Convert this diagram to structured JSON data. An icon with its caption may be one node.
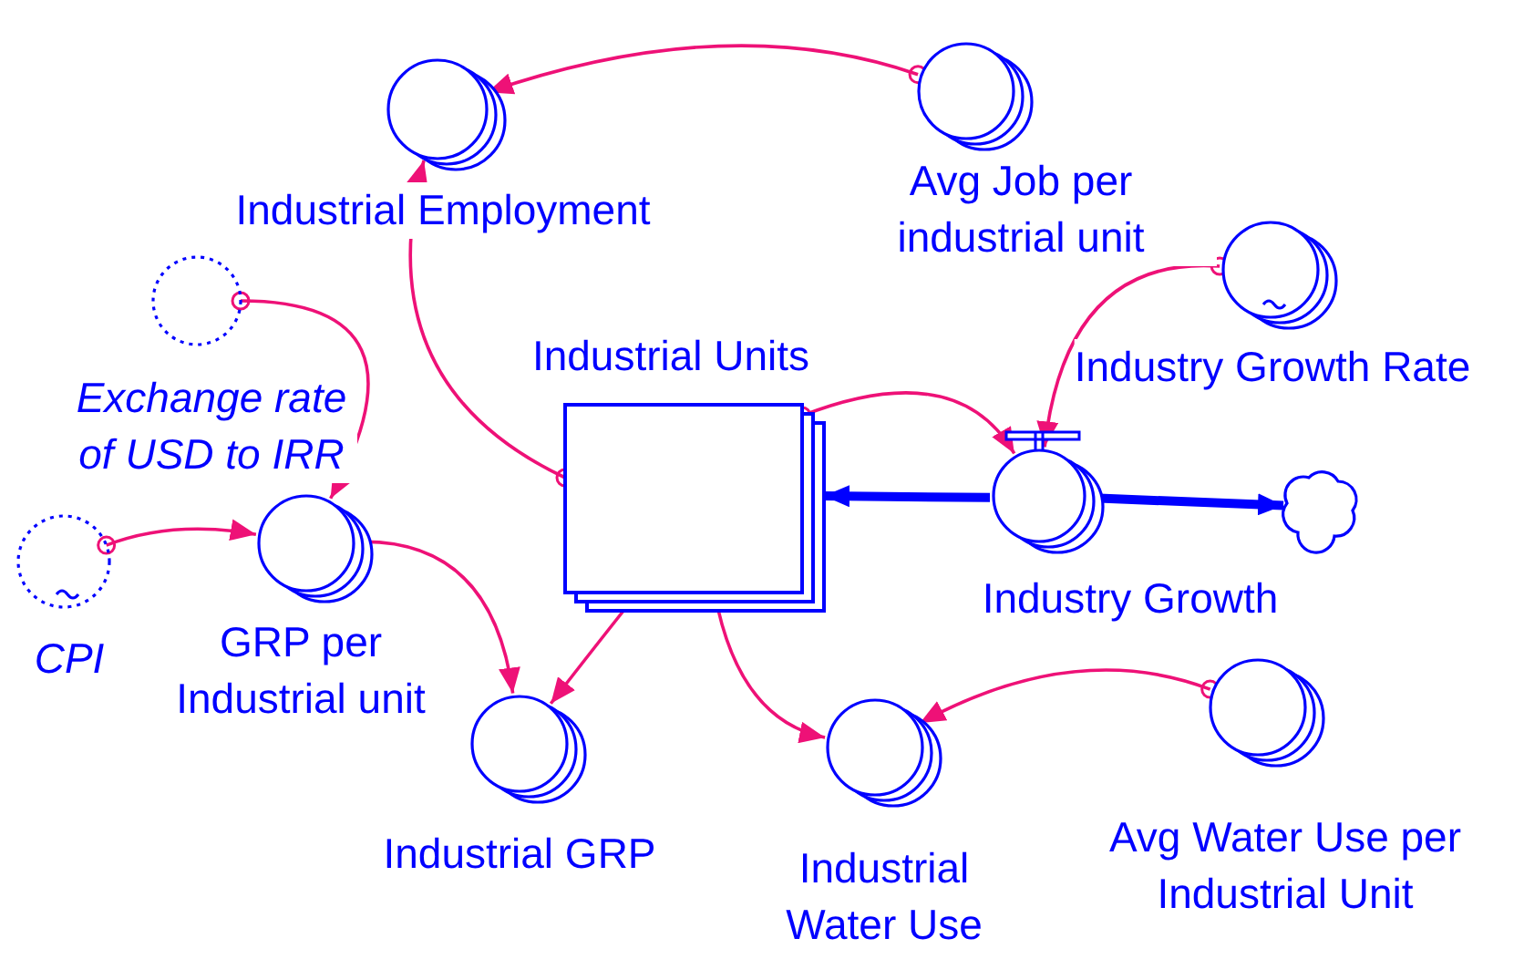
{
  "diagram": {
    "nodes": [
      {
        "text": [
          "Industrial Employment"
        ]
      },
      {
        "text": [
          "Avg Job per industrial unit"
        ]
      },
      {
        "text": [
          "Exchange rate of USD to IRR"
        ]
      },
      {
        "text": [
          "CPI"
        ]
      },
      {
        "text": [
          "GRP per Industrial unit"
        ]
      },
      {
        "text": [
          "Industrial Units"
        ]
      },
      {
        "text": [
          "Industry Growth"
        ]
      },
      {
        "text": [
          "Industry Growth Rate"
        ]
      },
      {
        "text": [],
        "shape": "cloud"
      },
      {
        "text": [
          "Industrial GRP"
        ]
      },
      {
        "text": [
          "Industrial Water Use"
        ]
      },
      {
        "text": [
          "Avg Water Use per Industrial Unit"
        ]
      }
    ],
    "edges": [
      {
        "from": 1,
        "to": 0,
        "arrow": "to"
      },
      {
        "from": 5,
        "to": 0,
        "arrow": "to"
      },
      {
        "from": 2,
        "to": 4,
        "arrow": "to"
      },
      {
        "from": 3,
        "to": 4,
        "arrow": "to"
      },
      {
        "from": 4,
        "to": 9,
        "arrow": "to"
      },
      {
        "from": 5,
        "to": 9,
        "arrow": "to"
      },
      {
        "from": 5,
        "to": 10,
        "arrow": "to"
      },
      {
        "from": 5,
        "to": 6,
        "arrow": "to"
      },
      {
        "from": 7,
        "to": 6,
        "arrow": "to"
      },
      {
        "from": 11,
        "to": 10,
        "arrow": "to"
      },
      {
        "from": 6,
        "to": 5,
        "arrow": "to",
        "style": "thick",
        "color": "#0000ff"
      },
      {
        "from": 6,
        "to": 8,
        "arrow": "to",
        "style": "thick",
        "color": "#0000ff"
      }
    ]
  }
}
